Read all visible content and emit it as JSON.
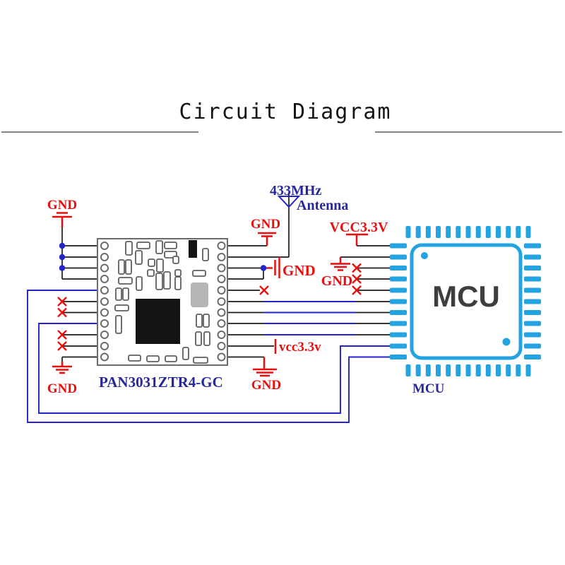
{
  "title": "Circuit Diagram",
  "module": {
    "name": "PAN3031ZTR4-GC",
    "pins_per_side": 11
  },
  "mcu": {
    "chip_text": "MCU",
    "caption": "MCU"
  },
  "antenna": {
    "frequency": "433MHz",
    "label": "Antenna"
  },
  "labels": {
    "gnd": "GND",
    "vcc_upper": "VCC3.3V",
    "vcc_lower": "vcc3.3v"
  },
  "colors": {
    "wire_black": "#1c1c1c",
    "wire_blue": "#2424cc",
    "symbol_red": "#ea0f0f",
    "label_navy": "#28289c",
    "mcu_cyan": "#23a3df",
    "module_gray": "#6b6b6b"
  }
}
